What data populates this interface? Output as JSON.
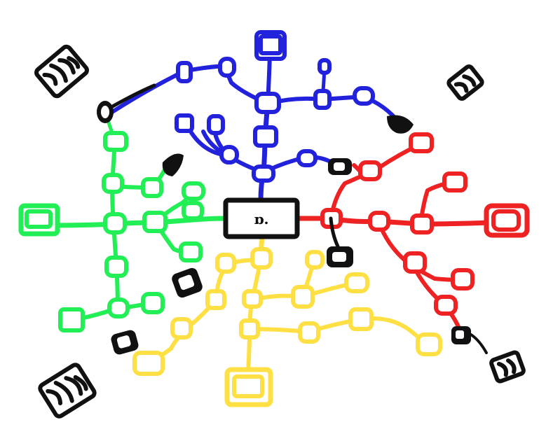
{
  "colors": {
    "blue": "#2222dd",
    "green": "#22ee55",
    "red": "#ee2222",
    "yellow": "#ffe044",
    "black": "#111111",
    "background": "#ffffff"
  },
  "diagram": {
    "type": "hand-drawn mind map",
    "center_node_text": "ɒ.",
    "branches": [
      {
        "name": "blue",
        "color_key": "blue",
        "direction": "up"
      },
      {
        "name": "red",
        "color_key": "red",
        "direction": "right"
      },
      {
        "name": "yellow",
        "color_key": "yellow",
        "direction": "down"
      },
      {
        "name": "green",
        "color_key": "green",
        "direction": "left"
      }
    ]
  }
}
